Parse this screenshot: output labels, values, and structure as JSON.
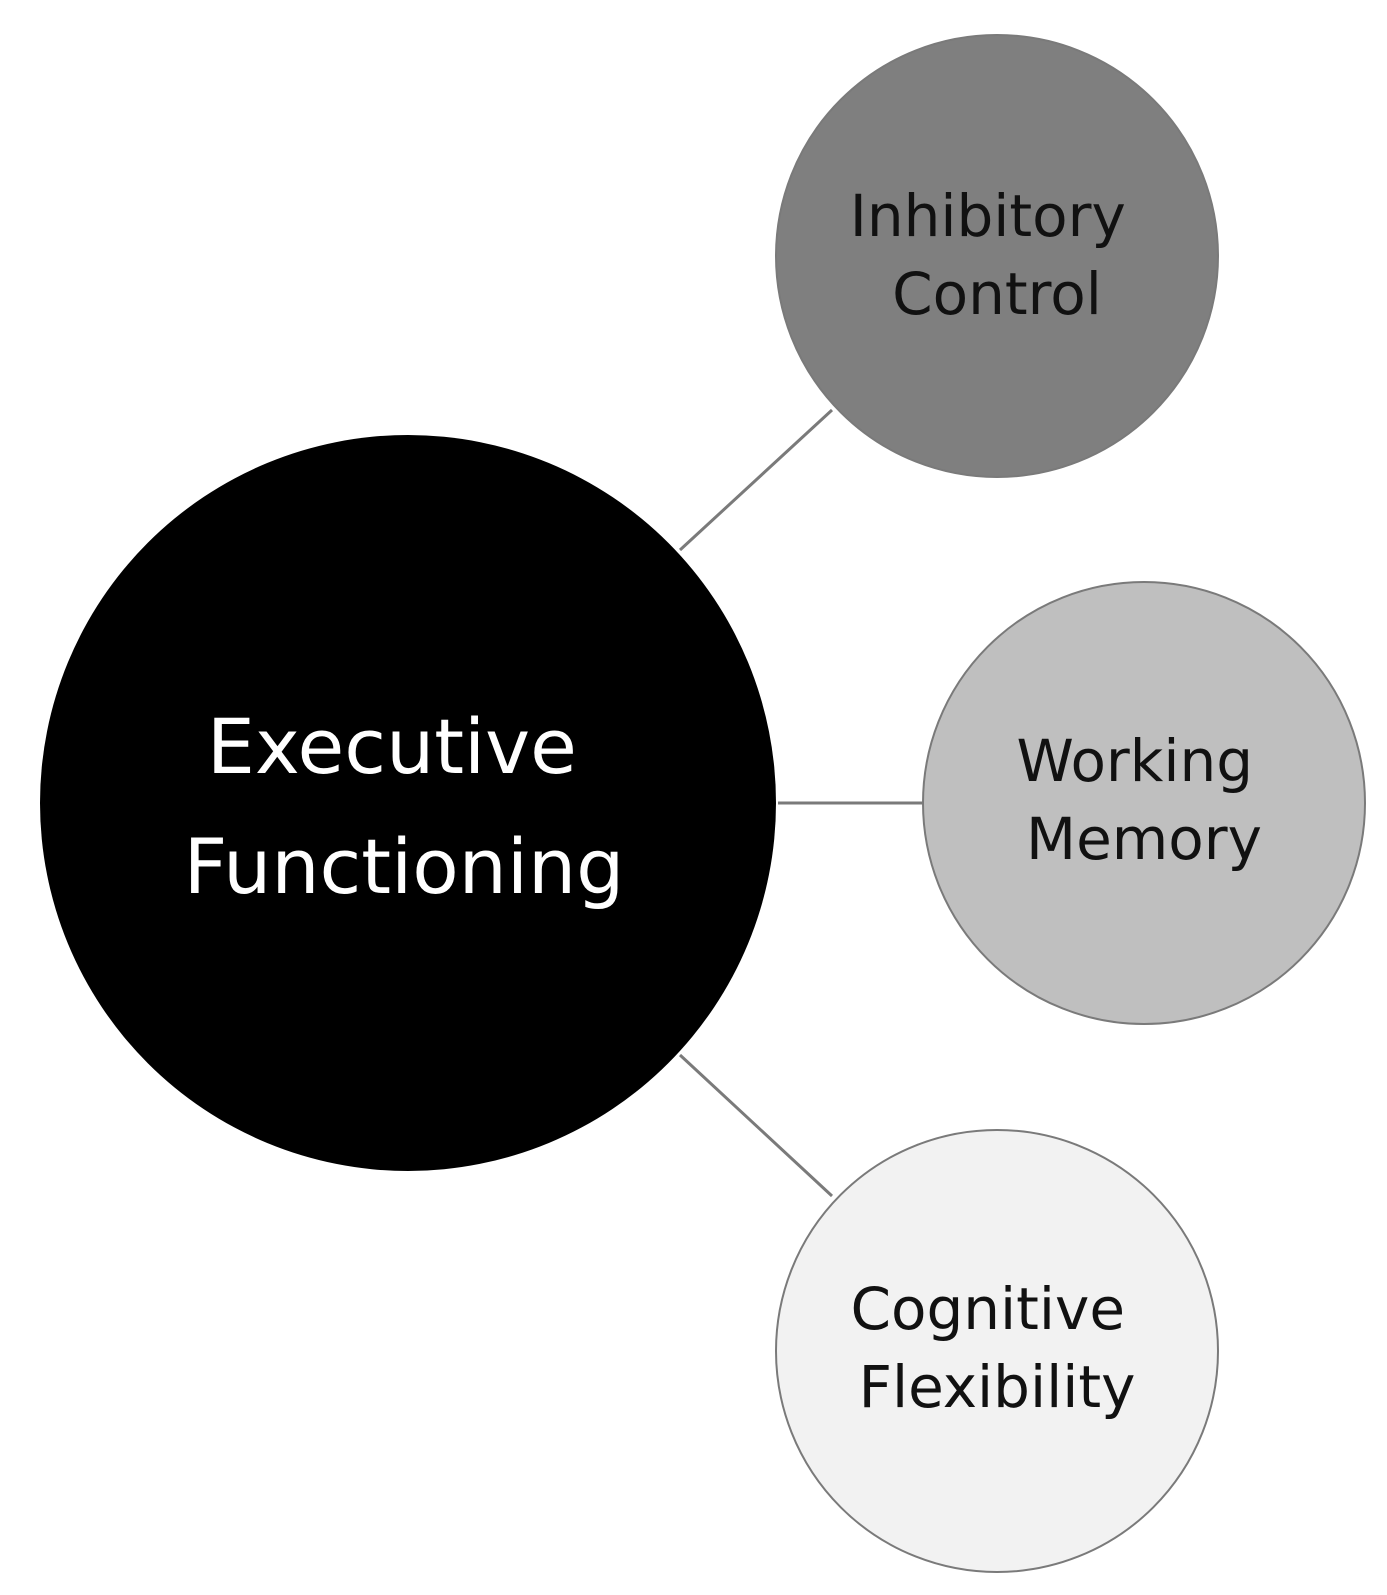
{
  "diagram": {
    "center": {
      "lines": [
        "Executive",
        "Functioning"
      ],
      "fill": "#000000",
      "text_color": "#ffffff"
    },
    "children": [
      {
        "lines": [
          "Inhibitory",
          "Control"
        ],
        "fill": "#7f7f7f",
        "text_color": "#111111"
      },
      {
        "lines": [
          "Working",
          "Memory"
        ],
        "fill": "#bfbfbf",
        "text_color": "#111111"
      },
      {
        "lines": [
          "Cognitive",
          "Flexibility"
        ],
        "fill": "#f2f2f2",
        "text_color": "#111111"
      }
    ],
    "connector_color": "#7a7a7a",
    "outline_color": "#7a7a7a"
  }
}
